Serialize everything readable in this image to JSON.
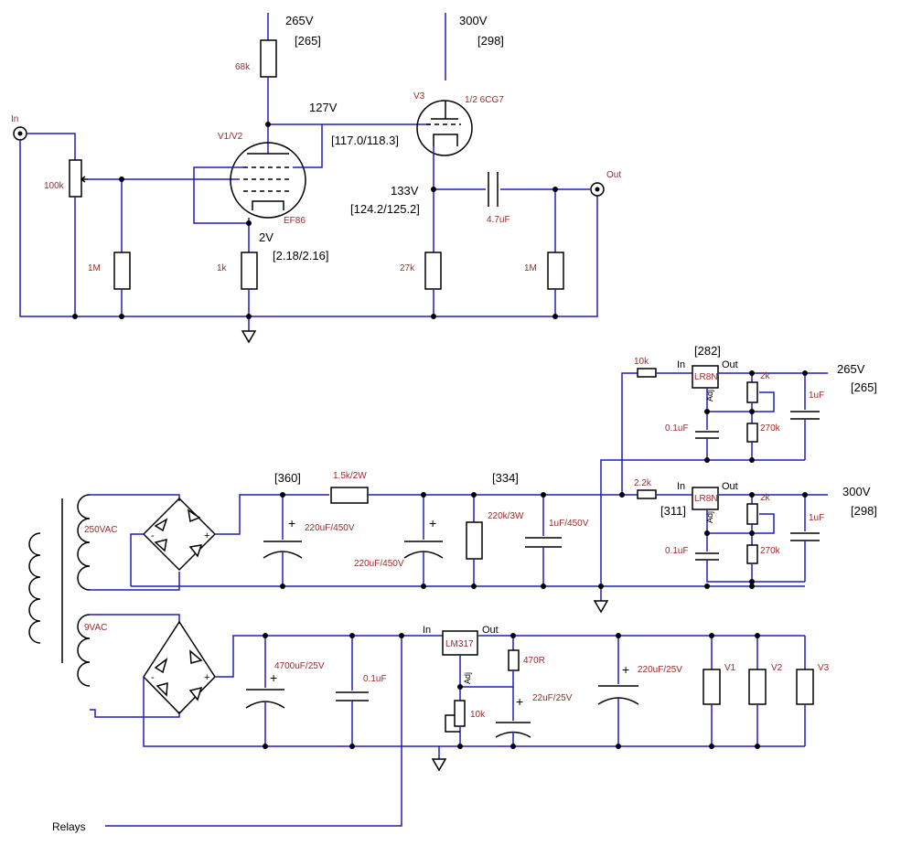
{
  "amp": {
    "in": "In",
    "out": "Out",
    "b_plus1": "265V",
    "b_plus1_meas": "[265]",
    "b_plus2": "300V",
    "b_plus2_meas": "[298]",
    "r_plate": "68k",
    "plate_v": "127V",
    "plate_meas": "[117.0/118.3]",
    "v1v2": "V1/V2",
    "ef86": "EF86",
    "pot": "100k",
    "r_grid": "1M",
    "r_cath": "1k",
    "cath_v": "2V",
    "cath_meas": "[2.18/2.16]",
    "v3": "V3",
    "v3_type": "1/2 6CG7",
    "cf_v": "133V",
    "cf_meas": "[124.2/125.2]",
    "r_cf": "27k",
    "c_out": "4.7uF",
    "r_out": "1M"
  },
  "psu": {
    "v360": "[360]",
    "v334": "[334]",
    "r_drop": "1.5k/2W",
    "r_bleed": "220k/3W",
    "c1": "220uF/450V",
    "c2": "220uF/450V",
    "c3": "1uF/450V",
    "ac_hv": "250VAC",
    "ac_lv": "9VAC",
    "r10k": "10k",
    "r22k": "2.2k",
    "v282": "[282]",
    "v311": "[311]",
    "reg": "LR8N",
    "reg_in": "In",
    "reg_out": "Out",
    "adj": "Adj",
    "c01": "0.1uF",
    "p2k": "2k",
    "r270k": "270k",
    "c1u": "1uF",
    "out1": "265V",
    "out1_meas": "[265]",
    "out2": "300V",
    "out2_meas": "[298]",
    "c4700": "4700uF/25V",
    "c01_lv": "0.1uF",
    "lm317": "LM317",
    "r470": "470R",
    "c22": "22uF/25V",
    "pot10k": "10k",
    "c220_25": "220uF/25V",
    "h1": "V1",
    "h2": "V2",
    "h3": "V3",
    "relays": "Relays"
  }
}
